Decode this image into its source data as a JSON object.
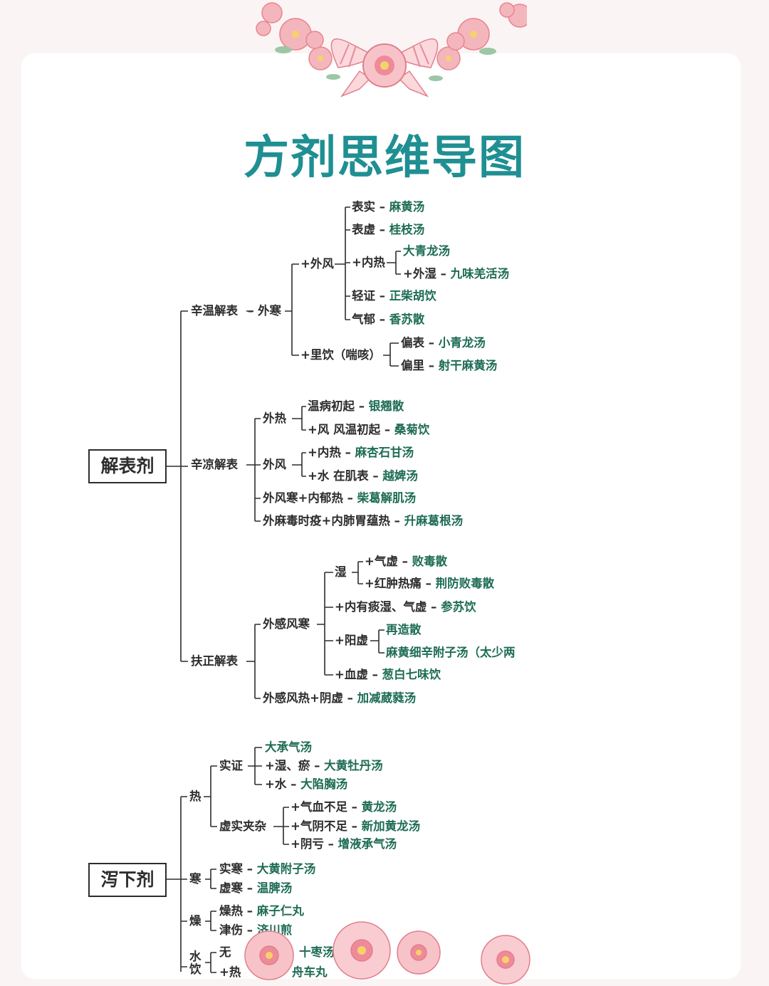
{
  "title": "方剂思维导图",
  "decor": {
    "top_wreath": "flower-wreath-with-ribbon",
    "bottom_flowers": "pink-flowers",
    "colors": {
      "title": "#1f8f92",
      "remedy": "#1e6c55",
      "text": "#2d2d2d",
      "flower": "#f2a3ad"
    }
  },
  "jiebiao": {
    "root": "解表剂",
    "xinwen": {
      "label": "辛温解表",
      "waihan": "外寒",
      "waifeng": "+外风",
      "biaoshi": "表实",
      "mahuang": "麻黄汤",
      "biaoxu": "表虚",
      "guizhi": "桂枝汤",
      "neire": "+内热",
      "daqinglong": "大青龙汤",
      "waishi": "+外湿",
      "jiuwei": "九味羌活汤",
      "qingzheng": "轻证",
      "zhengchai": "正柴胡饮",
      "qiyu": "气郁",
      "xiangsu": "香苏散",
      "liyin": "+里饮（喘咳）",
      "pianbiao": "偏表",
      "xiaoqinglong": "小青龙汤",
      "pianli": "偏里",
      "shegan": "射干麻黄汤"
    },
    "xinliang": {
      "label": "辛凉解表",
      "waire": "外热",
      "wenbing": "温病初起",
      "yinqiao": "银翘散",
      "fengwen": "+风 风温初起",
      "sangju": "桑菊饮",
      "waifeng": "外风",
      "neire": "+内热",
      "maxing": "麻杏石甘汤",
      "shui": "+水 在肌表",
      "yuebi": "越婢汤",
      "waifenghan": "外风寒+内郁热",
      "chaige": "柴葛解肌汤",
      "maxingdu": "外麻毒时疫+内肺胃蕴热",
      "shengma": "升麻葛根汤"
    },
    "fuzheng": {
      "label": "扶正解表",
      "waiganfenghan": "外感风寒",
      "shi": "湿",
      "qixu": "+气虚",
      "baidu": "败毒散",
      "hongzhong": "+红肿热痛",
      "jingfang": "荆防败毒散",
      "neitanshi": "+内有痰湿、气虚",
      "shensu": "参苏饮",
      "yangxu": "+阳虚",
      "zaizao": "再造散",
      "mahuangxixin": "麻黄细辛附子汤（太少两",
      "xuexu": "+血虚",
      "congbai": "葱白七味饮",
      "waiganfengre": "外感风热+阴虚",
      "weirui": "加减葳蕤汤"
    }
  },
  "xiexia": {
    "root": "泻下剂",
    "re": {
      "label": "热",
      "shizheng": "实证",
      "dachengqi": "大承气汤",
      "shiyu": "+湿、瘀",
      "dahuang": "大黄牡丹汤",
      "shui": "+水",
      "daxianxiong": "大陷胸汤",
      "xushi": "虚实夹杂",
      "qixue": "+气血不足",
      "huanglong": "黄龙汤",
      "qiyin": "+气阴不足",
      "xinjia": "新加黄龙汤",
      "yinkui": "+阴亏",
      "zengye": "增液承气汤"
    },
    "han": {
      "label": "寒",
      "shihan": "实寒",
      "dahuangfuzi": "大黄附子汤",
      "xuhan": "虚寒",
      "wenpi": "温脾汤"
    },
    "zao": {
      "label": "燥",
      "zaore": "燥热",
      "maziren": "麻子仁丸",
      "jinshang": "津伤",
      "jichuan": "济川煎"
    },
    "shuiyin": {
      "label_1": "水",
      "label_2": "饮",
      "item1_pre": "无",
      "item1_post": "十枣汤",
      "item2_pre": "+热",
      "item2_post": "舟车丸"
    }
  }
}
